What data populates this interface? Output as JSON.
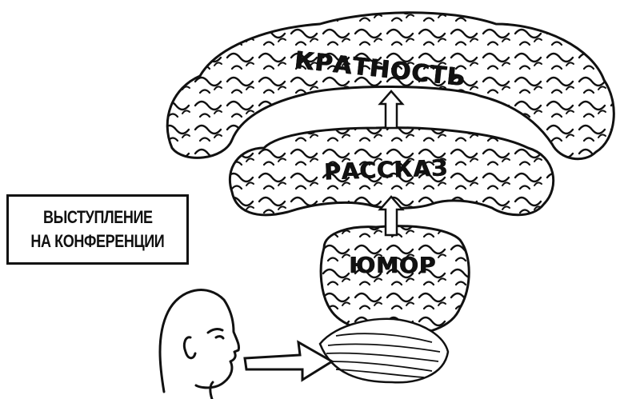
{
  "diagram": {
    "type": "illustration",
    "label_box": {
      "line1": "ВЫСТУПЛЕНИЕ",
      "line2": "НА КОНФЕРЕНЦИИ"
    },
    "brains": [
      {
        "id": "top",
        "label": "КРАТНОСТЬ"
      },
      {
        "id": "middle",
        "label": "РАССКАЗ"
      },
      {
        "id": "bottom",
        "label": "ЮМОР"
      }
    ],
    "arrows": [
      {
        "from": "speaker",
        "to": "bottom"
      },
      {
        "from": "bottom",
        "to": "middle"
      },
      {
        "from": "middle",
        "to": "top"
      }
    ],
    "colors": {
      "ink": "#111111",
      "background": "#ffffff"
    }
  }
}
